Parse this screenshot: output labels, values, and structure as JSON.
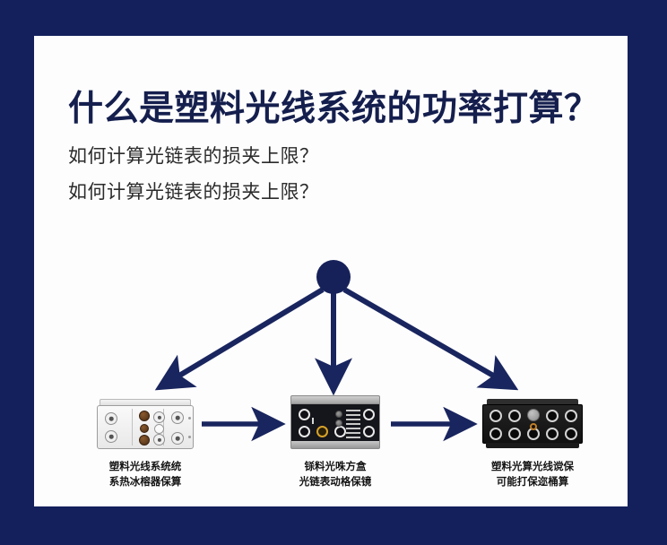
{
  "theme": {
    "border_color": "#13205c",
    "card_background": "#fdfdfd",
    "title_color": "#151f4e",
    "subtitle_color": "#2b2b2b",
    "arrow_color": "#19255e",
    "hub_color": "#16215a"
  },
  "header": {
    "title": "什么是塑料光线系统的功率打算？",
    "subtitle_1": "如何计算光链表的损夹上限？",
    "subtitle_2": "如何计算光链表的损夹上限？"
  },
  "diagram": {
    "hub_name": "hub-node",
    "devices": [
      {
        "id": "device-white-panel",
        "label_line_1": "塑料光线系统统",
        "label_line_2": "系热冰榕器保算"
      },
      {
        "id": "device-dark-box",
        "label_line_1": "铩料光咮方盒",
        "label_line_2": "光链表动格保镜"
      },
      {
        "id": "device-black-block",
        "label_line_1": "塑料光算光线谠保",
        "label_line_2": "可能打保迩桶算"
      }
    ]
  }
}
